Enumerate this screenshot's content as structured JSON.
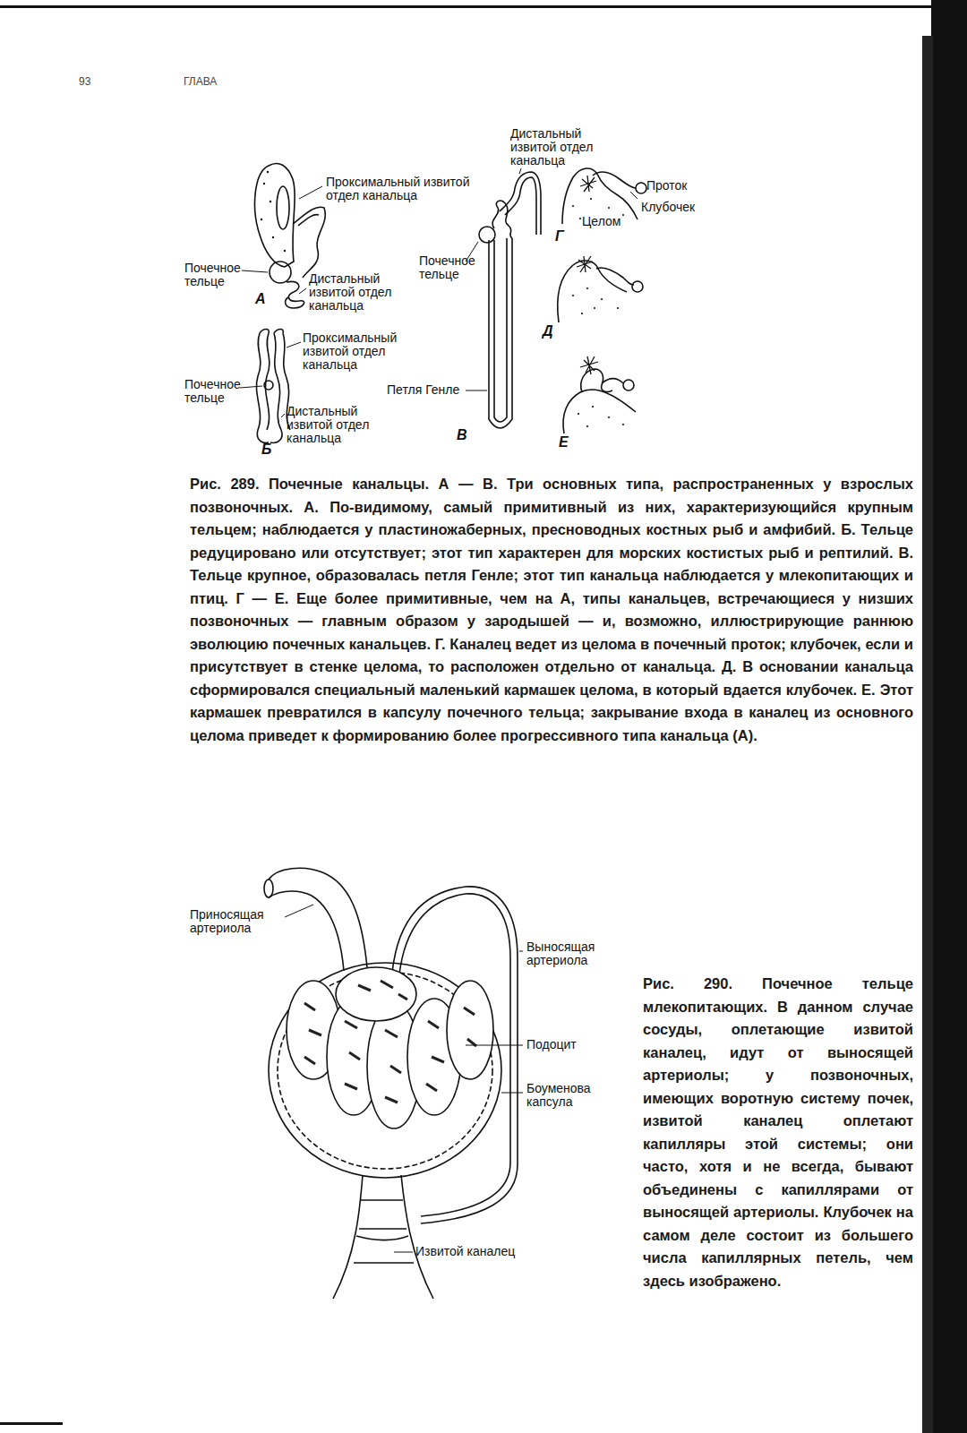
{
  "diagram": {
    "caption": "Рис. 289. Почечные канальцы. А — В. Три основных типа, распространенных у взрослых позвоночных. А. По-видимому, самый примитивный из них, характеризующийся крупным тельцем; наблюдается у пластиножаберных, пресноводных костных рыб и амфибий. Б. Тельце редуцировано или отсутствует; этот тип характерен для морских костистых рыб и рептилий. В. Тельце крупное, образовалась петля Генле; этот тип канальца наблюдается у млекопитающих и птиц. Г — Е. Еще более примитивные, чем на А, типы канальцев, встречающиеся у низших позвоночных — главным образом у зародышей — и, возможно, иллюстрирующие раннюю эволюцию почечных канальцев. Г. Каналец ведет из целома в почечный проток; клубочек, если и присутствует в стенке целома, то расположен отдельно от канальца. Д. В основании канальца сформировался специальный маленький кармашек целома, в который вдается клубочек. Е. Этот кармашек превратился в капсулу почечного тельца; закрывание входа в каналец из основного целома приведет к формированию более прогрессивного типа канальца (А).",
    "labels": [
      "93",
      "ГЛАВА",
      "Проксимальный извитой отдел канальца",
      "Почечное тельце",
      "Дистальный извитой отдел канальца",
      "А",
      "Проксимальный извитой отдел канальца",
      "Почечное тельце",
      "Дистальный извитой отдел канальца",
      "Б",
      "Дистальный извитой отдел канальца",
      "Почечное тельце",
      "Петля Генле",
      "В",
      "Проток",
      "Клубочек",
      "Целом",
      "Г",
      "Д",
      "Е",
      "Приносящая артериола",
      "Выносящая артериола",
      "Подоцит",
      "Боуменова капсула",
      "Извитой каналец",
      "Рис. 290. Почечное тельце млекопитающих. В данном случае сосуды, оплетающие извитой каналец, идут от выносящей артериолы; у позвоночных, имеющих воротную систему почек, извитой каналец оплетают капилляры этой системы; они часто, хотя и не всегда, бывают объединены с капиллярами от выносящей артериолы. Клубочек на самом деле состоит из большего числа капиллярных петель, чем здесь изображено."
    ]
  }
}
